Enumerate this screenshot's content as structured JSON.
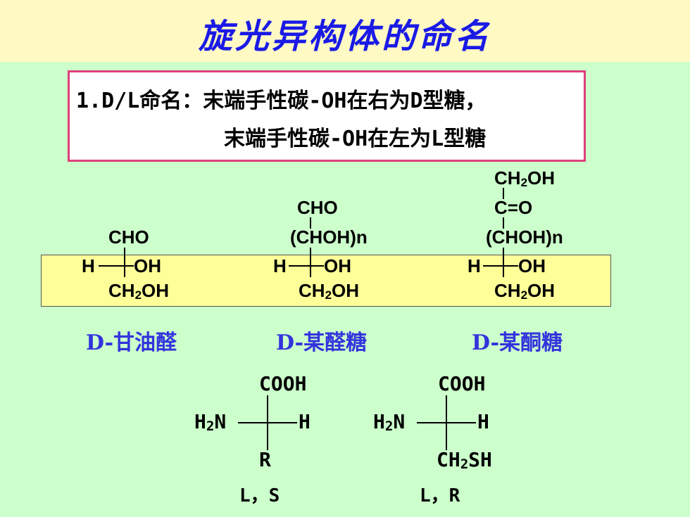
{
  "title": "旋光异构体的命名",
  "rule": {
    "line1": "1.D/L命名：末端手性碳-OH在右为D型糖，",
    "line2": "末端手性碳-OH在左为L型糖"
  },
  "glyceraldehyde": {
    "top": "CHO",
    "left": "H",
    "right": "OH",
    "bottom_main": "CH",
    "bottom_sub": "2",
    "bottom_end": "OH",
    "caption": "D-甘油醛"
  },
  "aldose": {
    "top": "CHO",
    "mid": "(CHOH)n",
    "left": "H",
    "right": "OH",
    "bottom_main": "CH",
    "bottom_sub": "2",
    "bottom_end": "OH",
    "caption": "D-某醛糖"
  },
  "ketose": {
    "top_main": "CH",
    "top_sub": "2",
    "top_end": "OH",
    "carbonyl": "C=O",
    "mid": "(CHOH)n",
    "left": "H",
    "right": "OH",
    "bottom_main": "CH",
    "bottom_sub": "2",
    "bottom_end": "OH",
    "caption": "D-某酮糖"
  },
  "amino_acid_1": {
    "top": "COOH",
    "left_main": "H",
    "left_sub": "2",
    "left_end": "N",
    "right": "H",
    "bottom": "R",
    "config": "L，S"
  },
  "amino_acid_2": {
    "top": "COOH",
    "left_main": "H",
    "left_sub": "2",
    "left_end": "N",
    "right": "H",
    "bottom_main": "CH",
    "bottom_sub": "2",
    "bottom_end": "SH",
    "config": "L，R"
  }
}
